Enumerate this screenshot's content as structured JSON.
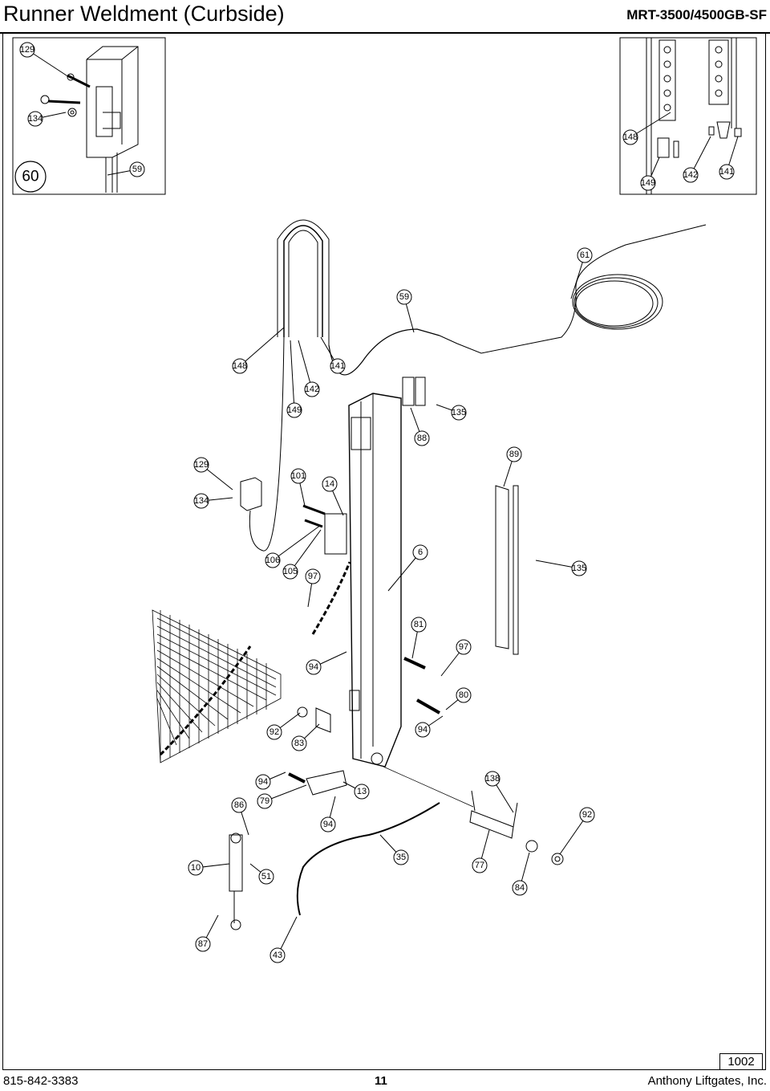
{
  "header": {
    "title": "Runner Weldment (Curbside)",
    "model": "MRT-3500/4500GB-SF"
  },
  "insets": {
    "left_view_label": "60",
    "left_callouts": [
      "129",
      "134",
      "59"
    ],
    "right_callouts": [
      "148",
      "149",
      "142",
      "141"
    ]
  },
  "callouts": [
    "61",
    "59",
    "148",
    "141",
    "142",
    "149",
    "135",
    "88",
    "89",
    "129",
    "101",
    "14",
    "134",
    "106",
    "105",
    "97",
    "6",
    "135",
    "81",
    "97",
    "94",
    "80",
    "92",
    "83",
    "94",
    "138",
    "94",
    "13",
    "86",
    "79",
    "92",
    "94",
    "35",
    "77",
    "10",
    "51",
    "84",
    "87",
    "43"
  ],
  "footer": {
    "page_ref": "1002",
    "phone": "815-842-3383",
    "page_number": "11",
    "company": "Anthony Liftgates, Inc."
  }
}
